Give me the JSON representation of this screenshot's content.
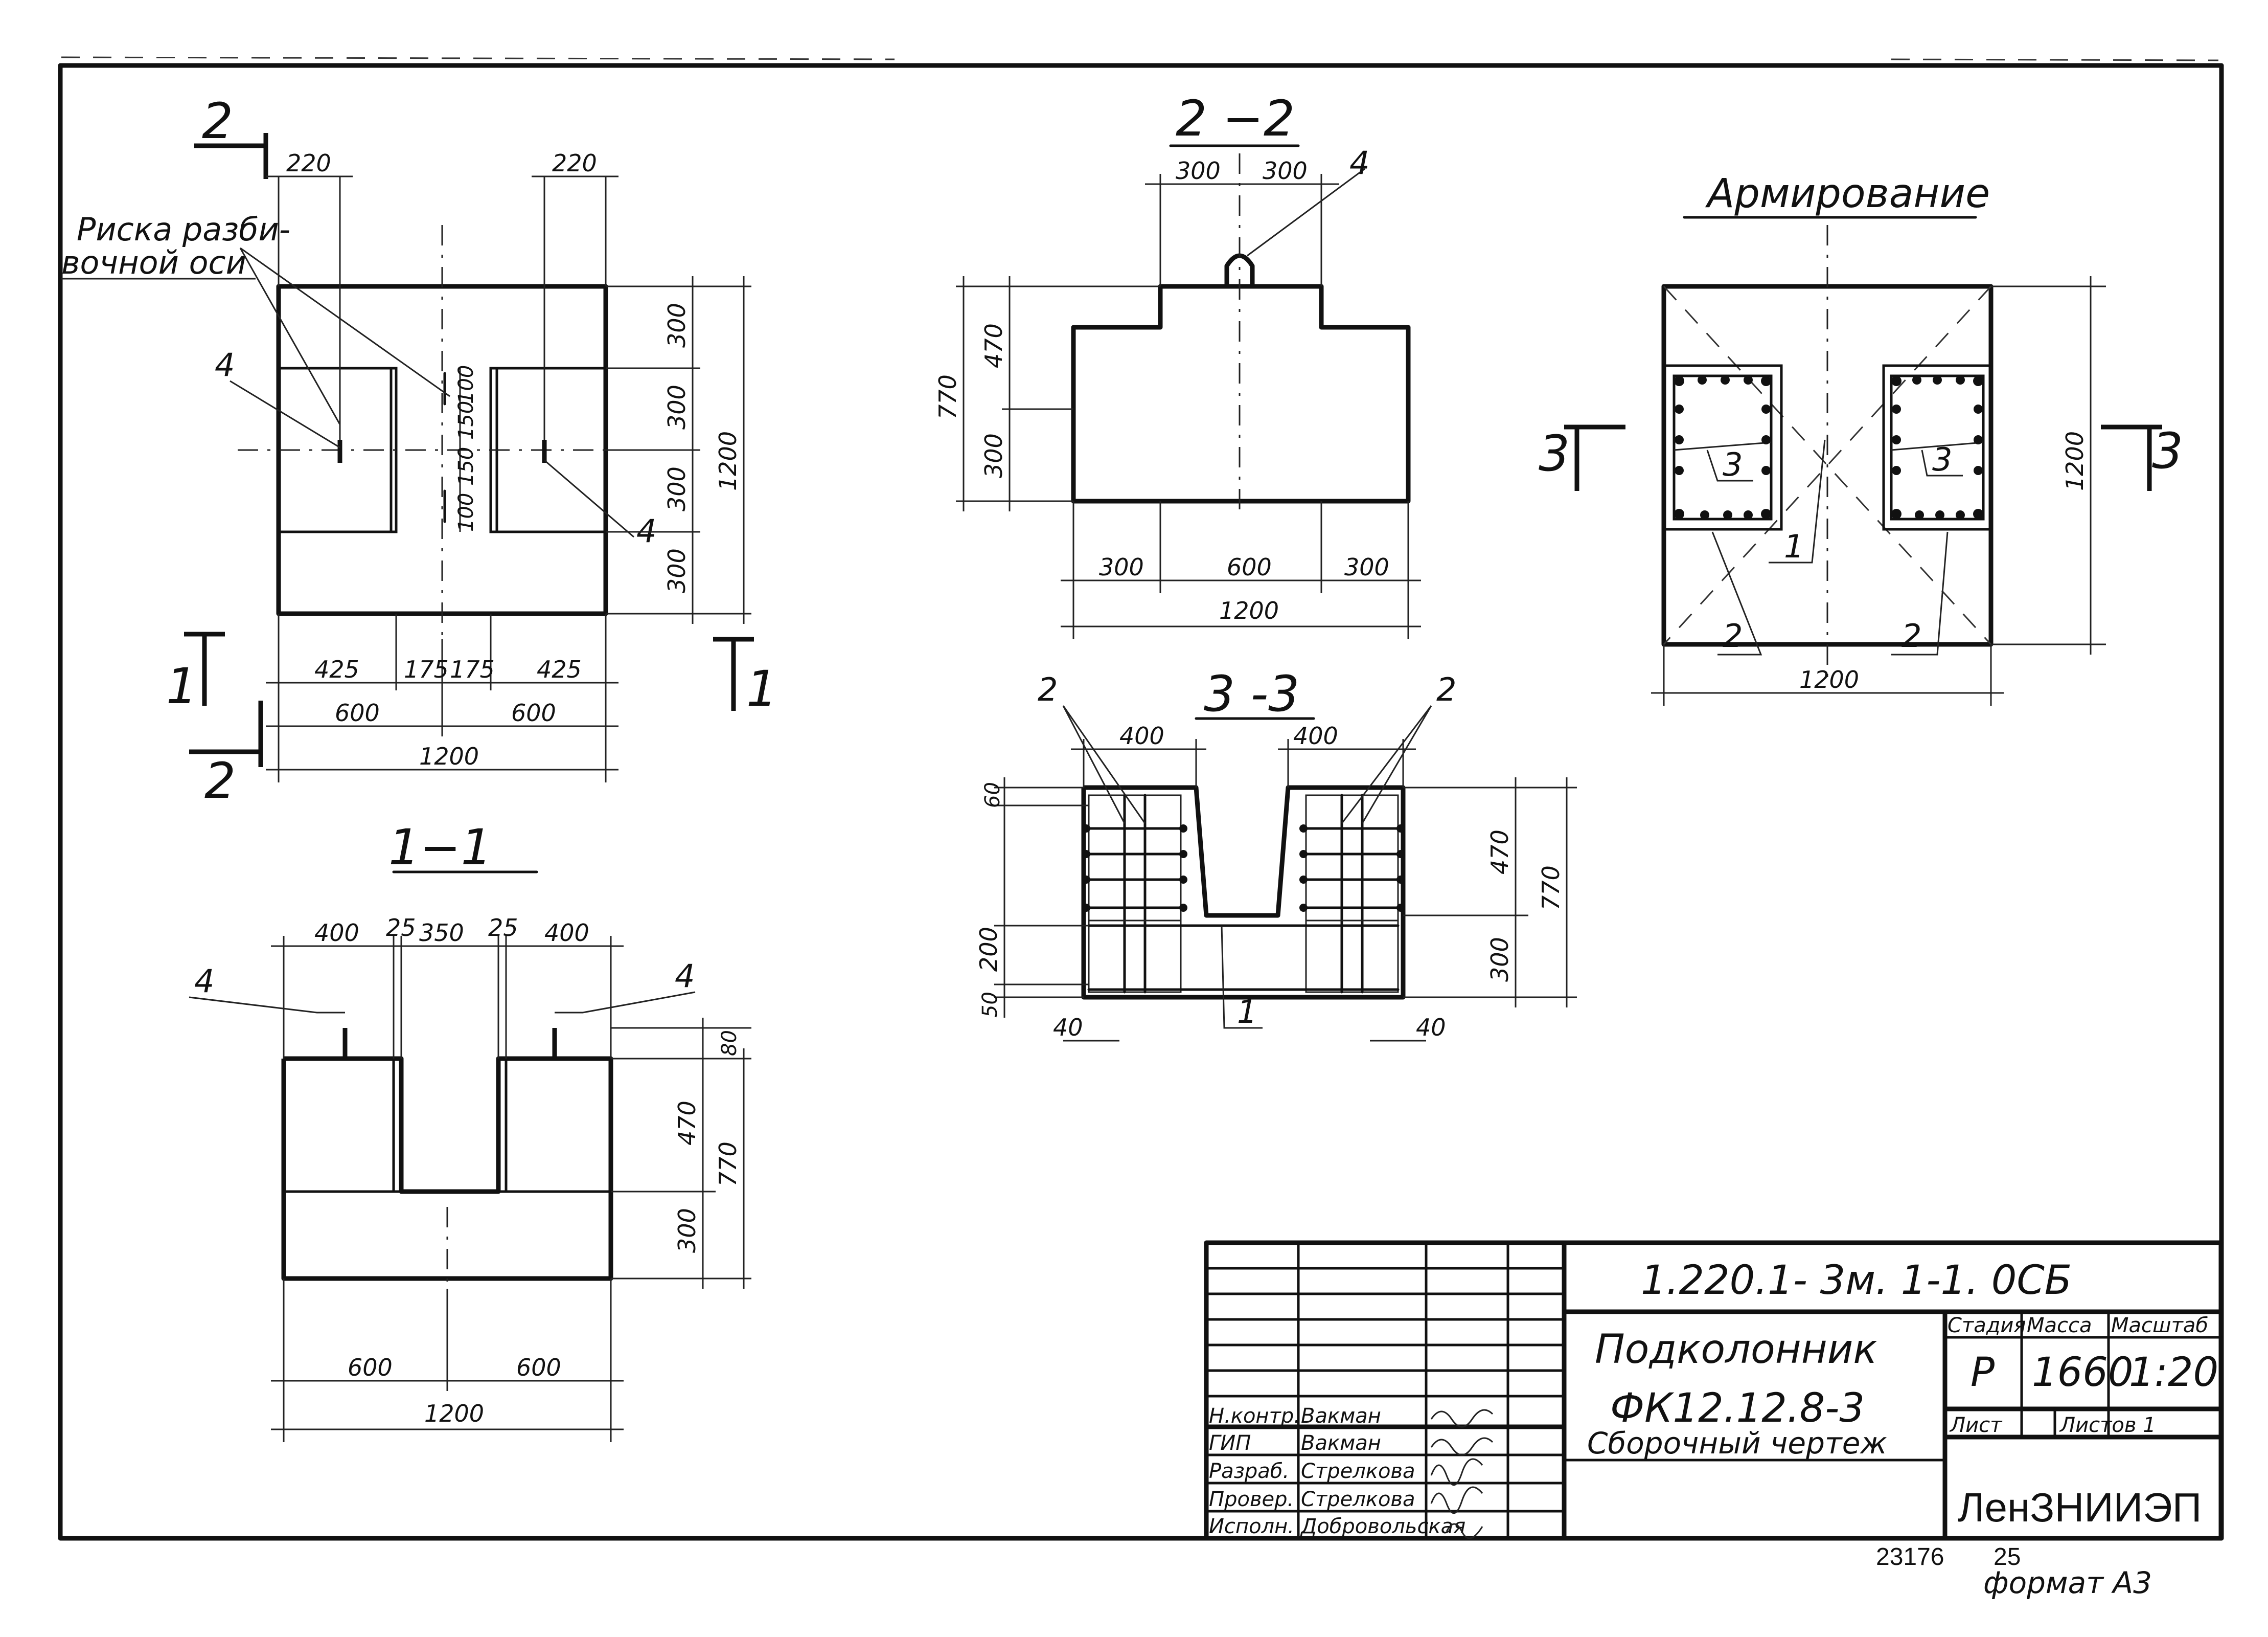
{
  "sheet": {
    "format_note": "формат А3",
    "archive_numbers": [
      "23176",
      "25"
    ]
  },
  "plan": {
    "section_mark": "2",
    "section_mark_1": "1",
    "note": [
      "Риска разби-",
      "вочной оси"
    ],
    "dims_top": [
      "220",
      "220"
    ],
    "dims_right": [
      "300",
      "300",
      "300",
      "300",
      "1200"
    ],
    "dims_mid": [
      "100",
      "150",
      "150",
      "100"
    ],
    "dims_bottom_row1": [
      "425",
      "175",
      "175",
      "425"
    ],
    "dims_bottom_row2": [
      "600",
      "600"
    ],
    "dims_bottom_row3": "1200",
    "callouts": [
      "4",
      "4"
    ]
  },
  "sec22": {
    "title": "2 −2",
    "dims_top": [
      "300",
      "300"
    ],
    "dims_left": [
      "470",
      "300",
      "770"
    ],
    "dims_bottom_row1": [
      "300",
      "600",
      "300"
    ],
    "dims_bottom_row2": "1200",
    "callout": "4"
  },
  "sec11": {
    "title": "1−1",
    "dims_top": [
      "400",
      "25",
      "350",
      "25",
      "400"
    ],
    "dims_right": [
      "80",
      "470",
      "300",
      "770"
    ],
    "dims_bottom_row1": [
      "600",
      "600"
    ],
    "dims_bottom_row2": "1200",
    "callouts": [
      "4",
      "4"
    ]
  },
  "sec33": {
    "title": "3 -3",
    "dims_top": [
      "400",
      "400"
    ],
    "dims_left": [
      "60",
      "200",
      "50"
    ],
    "dims_right": [
      "470",
      "300",
      "770"
    ],
    "dims_bottom": [
      "40",
      "40"
    ],
    "callouts": [
      "2",
      "2",
      "1"
    ]
  },
  "reinf": {
    "title": "Армирование",
    "section_mark": "3",
    "dims_right": "1200",
    "dims_bottom": "1200",
    "callouts": [
      "3",
      "3",
      "1",
      "2",
      "2"
    ]
  },
  "title_block": {
    "code": "1.220.1- 3м. 1-1. 0СБ",
    "name_line1": "Подколонник",
    "name_line2": "ФК12.12.8-3",
    "name_line3": "Сборочный чертеж",
    "headers": [
      "Стадия",
      "Масса",
      "Масштаб"
    ],
    "values": [
      "Р",
      "1660",
      "1:20"
    ],
    "sheet_label": "Лист",
    "sheets_label": "Листов 1",
    "organization": "ЛенЗНИИЭП",
    "roles": [
      {
        "role": "Н.контр.",
        "name": "Вакман"
      },
      {
        "role": "ГИП",
        "name": "Вакман"
      },
      {
        "role": "Разраб.",
        "name": "Стрелкова"
      },
      {
        "role": "Провер.",
        "name": "Стрелкова"
      },
      {
        "role": "Исполн.",
        "name": "Добровольская"
      }
    ]
  }
}
